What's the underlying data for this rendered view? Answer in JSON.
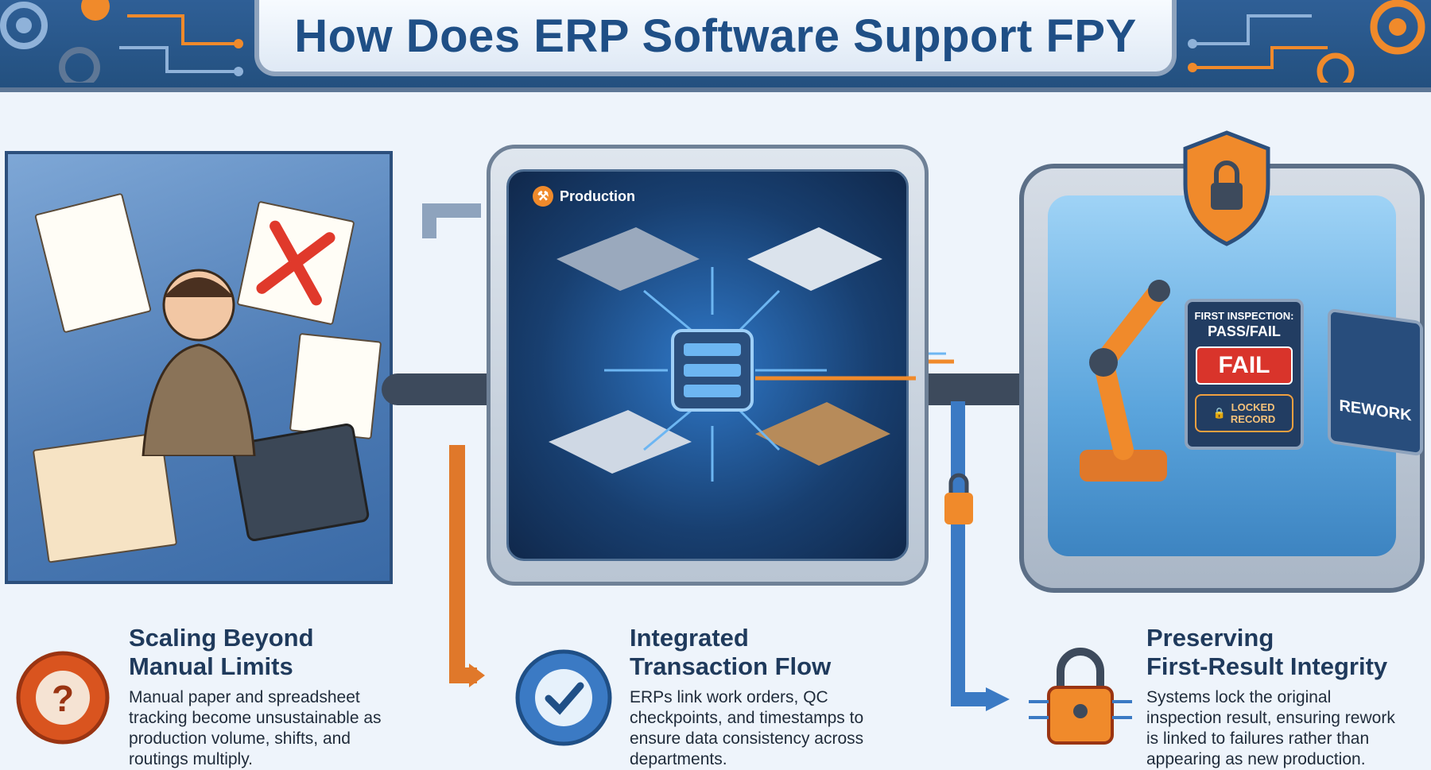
{
  "title": "How Does ERP Software Support FPY",
  "hub": {
    "label": "Production"
  },
  "inspection": {
    "heading_line1": "FIRST INSPECTION:",
    "heading_line2": "PASS/FAIL",
    "result": "FAIL",
    "lock_label_line1": "LOCKED",
    "lock_label_line2": "RECORD",
    "rework_label": "REWORK"
  },
  "sections": [
    {
      "title_line1": "Scaling Beyond",
      "title_line2": "Manual Limits",
      "body": "Manual paper and spreadsheet tracking become unsustainable as production volume, shifts, and routings multiply.",
      "icon": "question-gear-icon"
    },
    {
      "title_line1": "Integrated",
      "title_line2": "Transaction Flow",
      "body": "ERPs link work orders, QC checkpoints, and timestamps to ensure data consistency across departments.",
      "icon": "sync-check-gear-icon"
    },
    {
      "title_line1": "Preserving",
      "title_line2": "First-Result Integrity",
      "body": "Systems lock the original inspection result, ensuring rework is linked to failures rather than appearing as new production.",
      "icon": "circuit-lock-icon"
    }
  ],
  "colors": {
    "banner": "#2f5f96",
    "title": "#1f4f86",
    "accent_orange": "#f08a2b",
    "accent_blue": "#2f78c8",
    "fail_red": "#d9342b"
  }
}
